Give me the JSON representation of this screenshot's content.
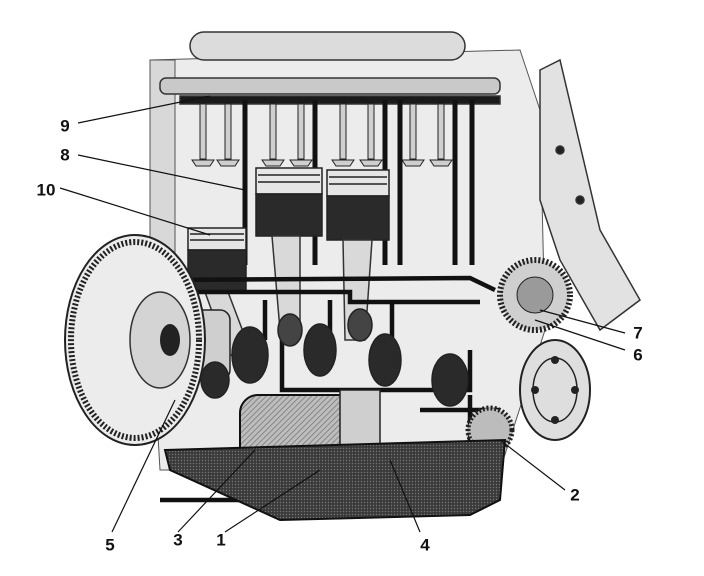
{
  "diagram": {
    "ink_color": "#1a1a1a",
    "paper_color": "#ffffff",
    "callouts": [
      {
        "id": "1",
        "label": "1"
      },
      {
        "id": "2",
        "label": "2"
      },
      {
        "id": "3",
        "label": "3"
      },
      {
        "id": "4",
        "label": "4"
      },
      {
        "id": "5",
        "label": "5"
      },
      {
        "id": "6",
        "label": "6"
      },
      {
        "id": "7",
        "label": "7"
      },
      {
        "id": "8",
        "label": "8"
      },
      {
        "id": "9",
        "label": "9"
      },
      {
        "id": "10",
        "label": "10"
      }
    ]
  }
}
